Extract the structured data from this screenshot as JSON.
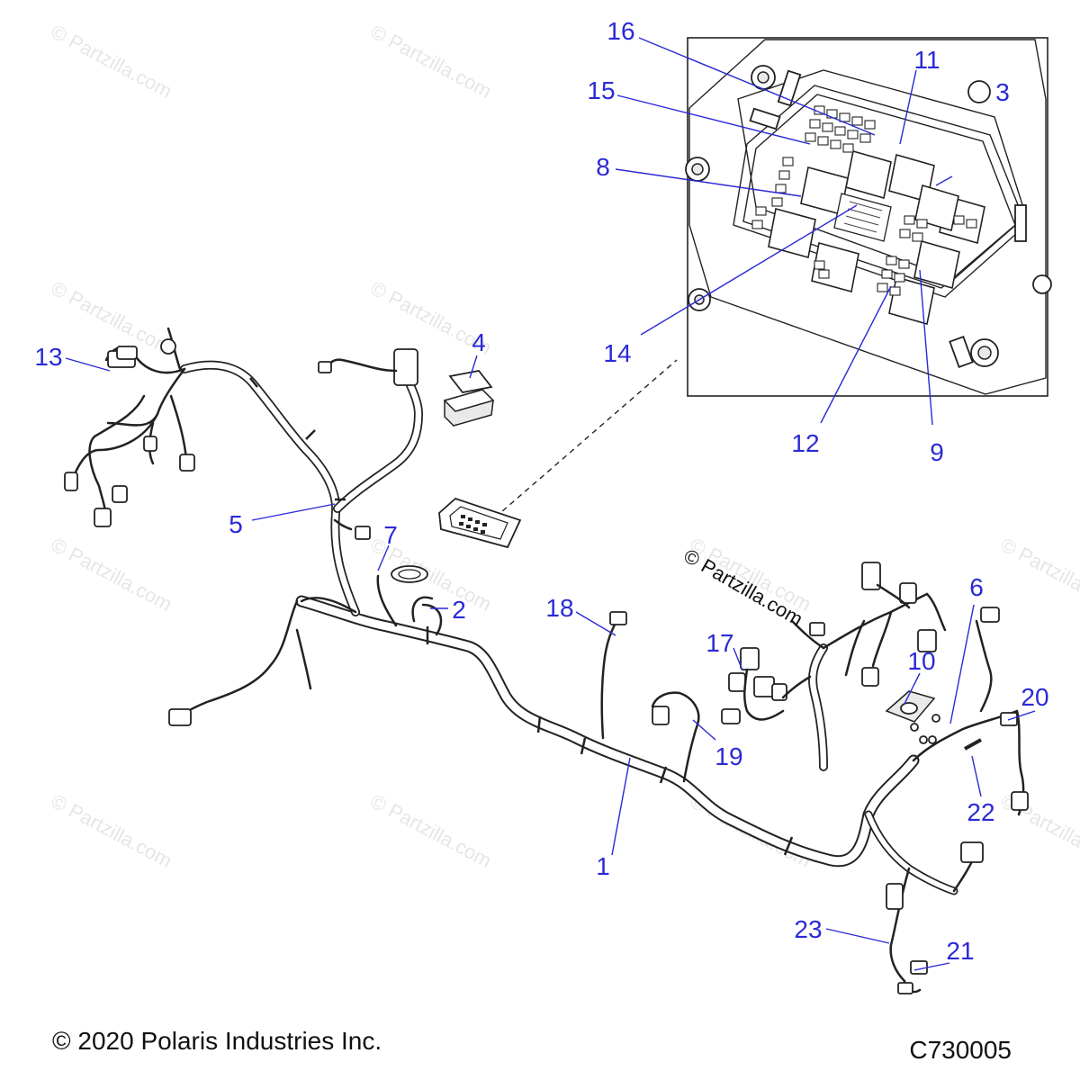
{
  "watermark_text": "© Partzilla.com",
  "overlay_watermark": "© Partzilla.com",
  "copyright": "© 2020 Polaris Industries Inc.",
  "diagram_code": "C730005",
  "callouts": {
    "c1": "1",
    "c2": "2",
    "c3": "3",
    "c4": "4",
    "c5": "5",
    "c6": "6",
    "c7": "7",
    "c8": "8",
    "c9": "9",
    "c10": "10",
    "c11": "11",
    "c12": "12",
    "c13": "13",
    "c14": "14",
    "c15": "15",
    "c16": "16",
    "c17": "17",
    "c18": "18",
    "c19": "19",
    "c20": "20",
    "c21": "21",
    "c22": "22",
    "c23": "23"
  },
  "colors": {
    "callout": "#2a2ad6",
    "line": "#222222",
    "watermark": "#e6e6e6"
  }
}
